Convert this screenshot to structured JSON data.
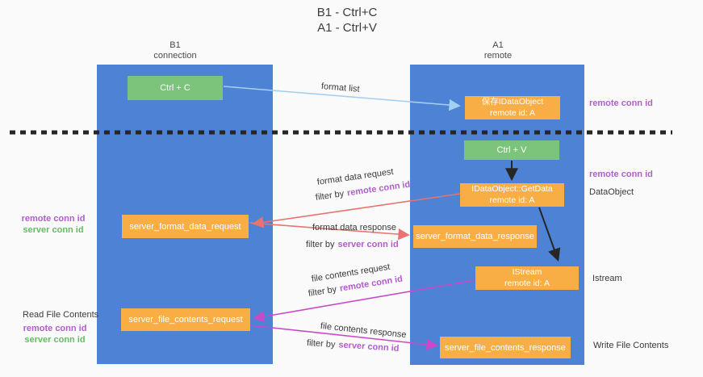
{
  "title": {
    "line1": "B1 - Ctrl+C",
    "line2": "A1 - Ctrl+V"
  },
  "lanes": {
    "left": {
      "name": "B1",
      "role": "connection"
    },
    "right": {
      "name": "A1",
      "role": "remote"
    }
  },
  "boxes": {
    "ctrl_c": "Ctrl + C",
    "ctrl_v": "Ctrl + V",
    "save_dataobject": {
      "line1": "保存IDataObject",
      "line2": "remote id: A"
    },
    "getdata": {
      "line1": "IDataObject::GetData",
      "line2": "remote id: A"
    },
    "istream": {
      "line1": "IStream",
      "line2": "remote id: A"
    },
    "format_request": "server_format_data_request",
    "format_response": "server_format_data_response",
    "file_request": "server_file_contents_request",
    "file_response": "server_file_contents_response"
  },
  "flow_labels": {
    "format_list": "format list",
    "format_data_request": "format data request",
    "format_data_response": "format data response",
    "file_contents_request": "file contents request",
    "file_contents_response": "file contents response",
    "filter_by": "filter by",
    "remote_conn_id": "remote conn id",
    "server_conn_id": "server conn id"
  },
  "side_labels": {
    "dataobject": "DataObject",
    "istream": "Istream",
    "read_file_contents": "Read File Contents",
    "write_file_contents": "Write File Contents",
    "remote_conn_id": "remote conn id",
    "server_conn_id": "server conn id"
  },
  "colors": {
    "lane_blue": "#4D82D5",
    "box_orange": "#F9AE45",
    "box_green": "#7CC47C",
    "arrow_blue": "#A5CFF0",
    "arrow_red": "#E8736F",
    "arrow_magenta": "#C94AC9",
    "arrow_black": "#262626",
    "text_purple": "#B05ECB",
    "text_green": "#66BB66"
  }
}
